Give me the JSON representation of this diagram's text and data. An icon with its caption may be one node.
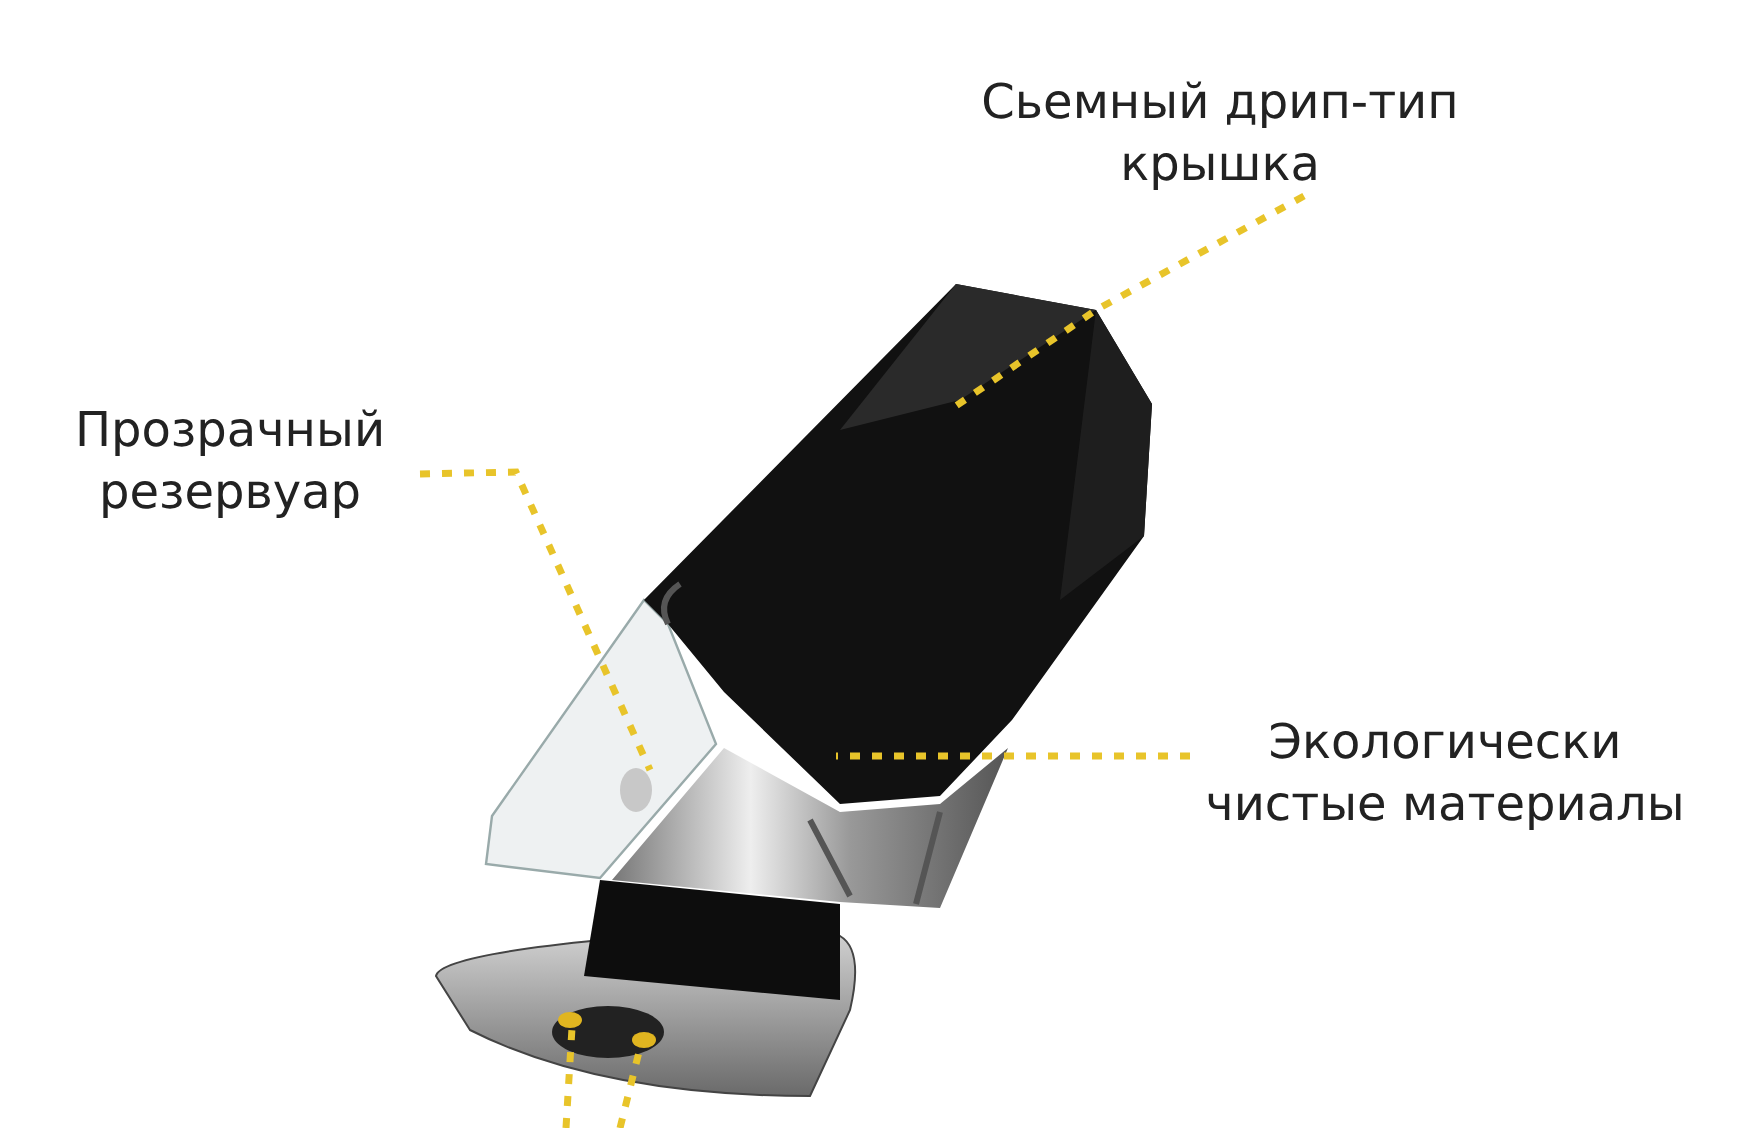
{
  "diagram": {
    "nodes": [
      {
        "text": [
          "Сьемный дрип-тип крышка"
        ]
      },
      {
        "text": [
          "Прозрачный резервуар"
        ]
      },
      {
        "text": [
          "Экологически чистые материалы"
        ]
      },
      {
        "text": [],
        "shape": "picture"
      },
      {
        "text": [],
        "shape": "picture"
      },
      {
        "text": [],
        "shape": "picture"
      },
      {
        "text": [],
        "shape": "picture"
      }
    ],
    "edges": [
      {
        "from": 0,
        "to": 3,
        "arrow": "none"
      },
      {
        "from": 1,
        "to": 4,
        "arrow": "none"
      },
      {
        "from": 2,
        "to": 5,
        "arrow": "none"
      },
      {
        "from": null,
        "to": 6,
        "arrow": "none"
      },
      {
        "from": null,
        "to": 6,
        "arrow": "none"
      }
    ]
  }
}
